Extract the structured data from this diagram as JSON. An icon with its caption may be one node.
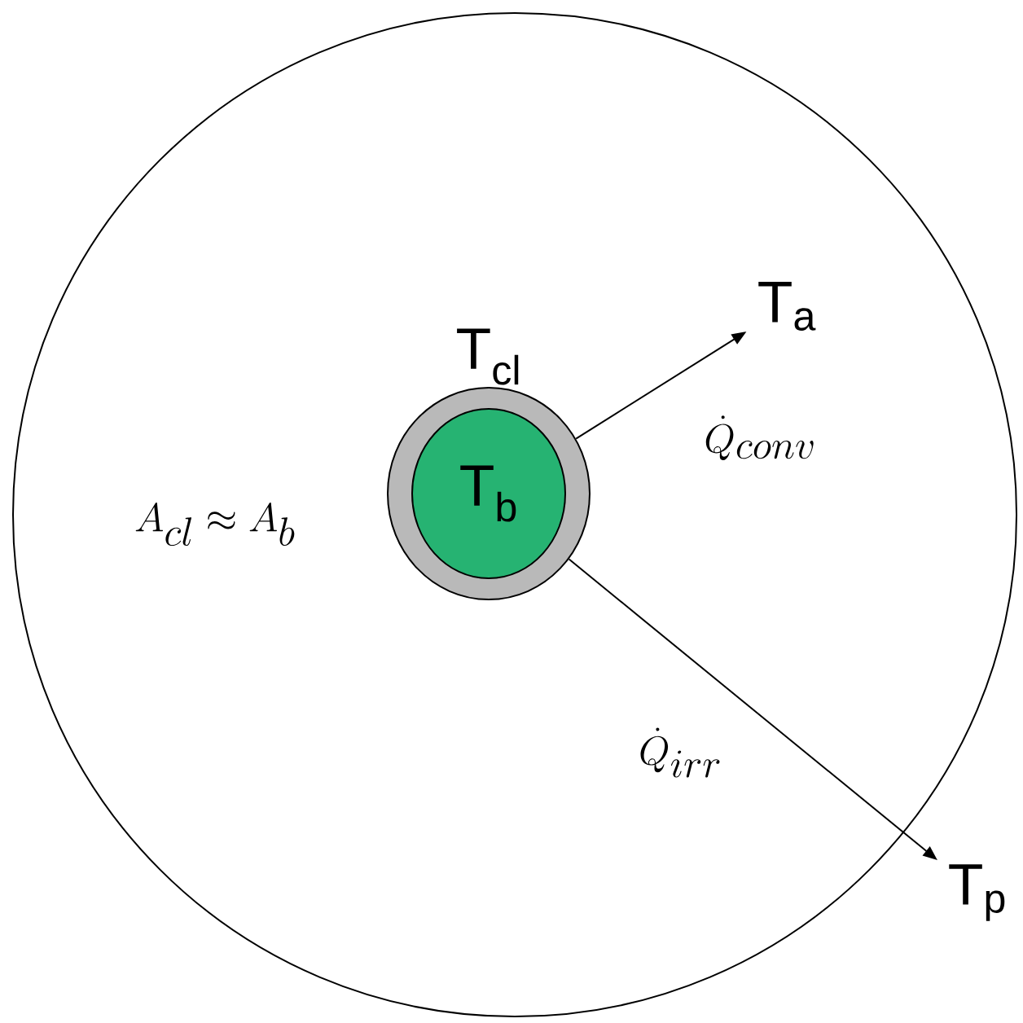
{
  "diagram": {
    "nodes": [
      {
        "text": [],
        "shape": "circle"
      },
      {
        "text": [
          "T$_{cl}$"
        ],
        "in": 0
      },
      {
        "text": [
          "T$_{b}$"
        ],
        "in": 1
      },
      {
        "text": [
          "T$_{a}$"
        ],
        "in": 0
      },
      {
        "text": [
          "T$_{p}$"
        ]
      }
    ],
    "edges": [
      {
        "from": 1,
        "to": 3,
        "arrow": "to",
        "label": "\\dot{Q}_{conv}"
      },
      {
        "from": 1,
        "to": 4,
        "arrow": "to",
        "label": "\\dot{Q}_{irr}"
      }
    ],
    "labels": [
      "A_{cl} \\approx A_b"
    ]
  }
}
